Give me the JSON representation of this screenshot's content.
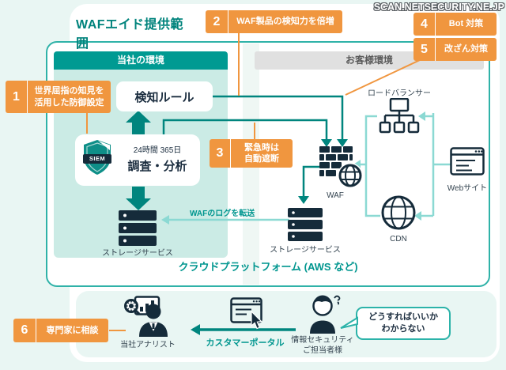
{
  "watermark": "SCAN.NETSECURITY.NE.JP",
  "title": "WAFエイド提供範囲",
  "cloud_platform_label": "クラウドプラットフォーム (AWS など)",
  "log_transfer_label": "WAFのログを転送",
  "callouts": [
    {
      "num": "1",
      "label": "世界屈指の知見を\n活用した防御設定"
    },
    {
      "num": "2",
      "label": "WAF製品の検知力を倍増"
    },
    {
      "num": "3",
      "label": "緊急時は\n自動遮断"
    },
    {
      "num": "4",
      "label": "Bot 対策"
    },
    {
      "num": "5",
      "label": "改ざん対策"
    },
    {
      "num": "6",
      "label": "専門家に相談"
    }
  ],
  "our_env": {
    "header": "当社の環境",
    "detection_rule": "検知ルール",
    "siem_badge": "SIEM",
    "monitoring_line1": "24時間 365日",
    "monitoring_line2": "調査・分析",
    "storage_label": "ストレージサービス"
  },
  "customer_env": {
    "header": "お客様環境",
    "load_balancer_label": "ロードバランサー",
    "waf_label": "WAF",
    "website_label": "Webサイト",
    "cdn_label": "CDN",
    "storage_label": "ストレージサービス"
  },
  "bottom_row": {
    "analyst_label": "当社アナリスト",
    "portal_label": "カスタマーポータル",
    "customer_label": "情報セキュリティ\nご担当者様",
    "speech_bubble": "どうすればいいか\nわからない"
  },
  "colors": {
    "orange": "#F0963F",
    "teal_dark": "#00857E",
    "teal_header": "#009A92",
    "teal_border": "#2FB2A8",
    "teal_light": "#8BD9D3",
    "mint": "#CBEBE5",
    "page_bg": "#E9F6F3",
    "navy": "#1A2C3E"
  }
}
